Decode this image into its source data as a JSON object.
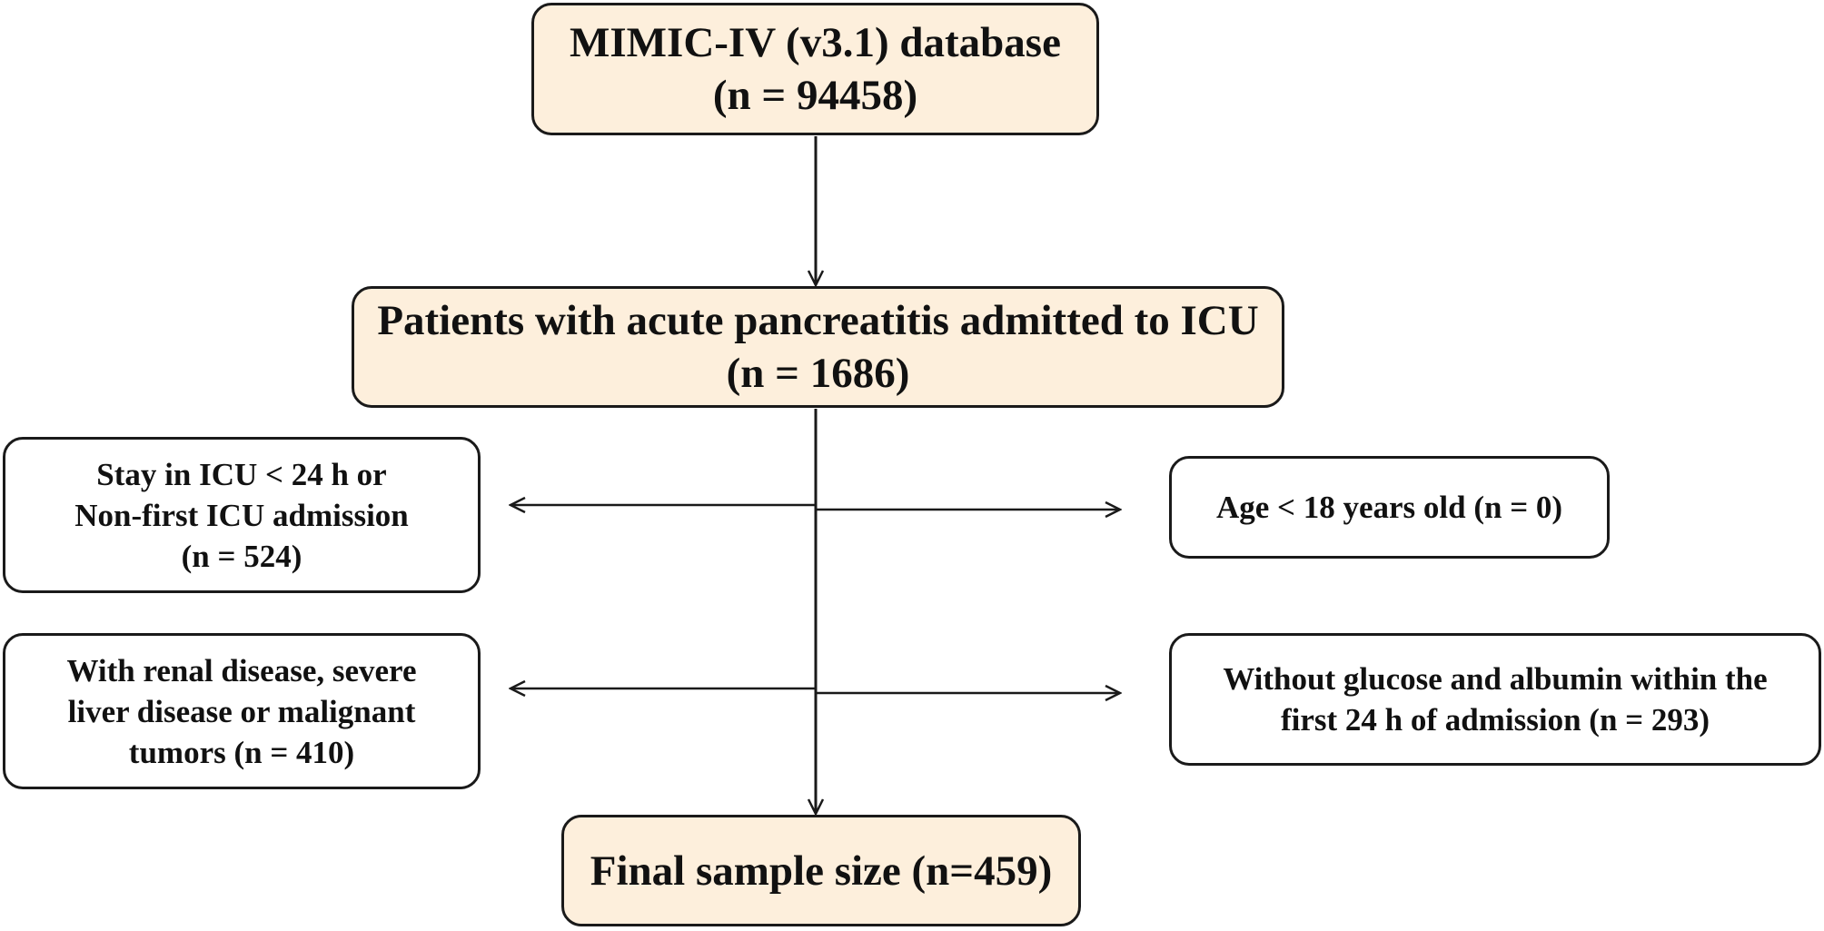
{
  "nodes": {
    "database": {
      "line1": "MIMIC-IV (v3.1) database",
      "line2": "(n = 94458)"
    },
    "acute_pancreatitis": {
      "line1": "Patients with acute pancreatitis admitted to ICU",
      "line2": "(n = 1686)"
    },
    "final_sample": {
      "line1": "Final sample size (n=459)"
    }
  },
  "exclusions": {
    "icu_stay": {
      "line1": "Stay in ICU < 24 h or",
      "line2": "Non-first ICU admission",
      "line3": "(n = 524)"
    },
    "age": {
      "line1": "Age < 18 years old (n = 0)"
    },
    "comorbidity": {
      "line1": "With renal disease, severe",
      "line2": "liver disease or malignant",
      "line3": "tumors (n = 410)"
    },
    "missing_labs": {
      "line1": "Without glucose and albumin within the",
      "line2": "first 24 h of admission (n = 293)"
    }
  },
  "colors": {
    "main_box_fill": "#fdefdc",
    "exclusion_box_fill": "#ffffff",
    "stroke": "#1a1a1a"
  }
}
